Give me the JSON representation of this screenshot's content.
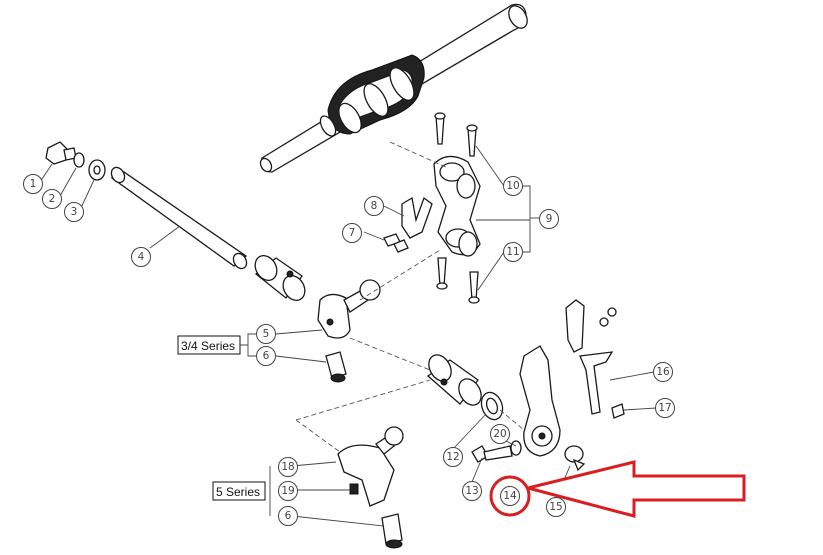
{
  "series_labels": {
    "series_34": "3/4 Series",
    "series_5": "5 Series"
  },
  "callouts": [
    "1",
    "2",
    "3",
    "4",
    "5",
    "6",
    "7",
    "8",
    "9",
    "10",
    "11",
    "12",
    "13",
    "14",
    "15",
    "16",
    "17",
    "18",
    "19",
    "20",
    "6"
  ],
  "highlighted_part": "14",
  "colors": {
    "line": "#1a1a1a",
    "callout_ring": "#444444",
    "highlight": "#d81e1e"
  }
}
